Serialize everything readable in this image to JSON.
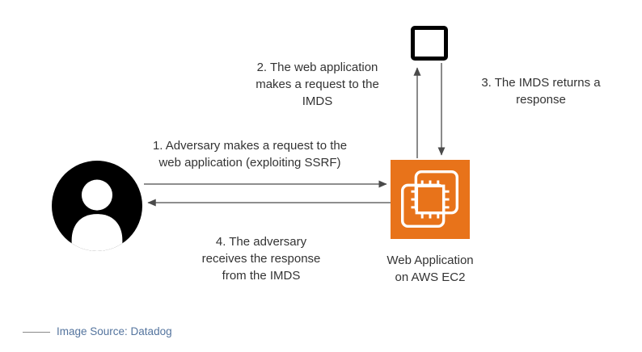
{
  "diagram": {
    "labels": {
      "step1": "1. Adversary makes a request to the\nweb application (exploiting SSRF)",
      "step2": "2. The web application\nmakes a request to the\nIMDS",
      "step3": "3. The IMDS returns a\nresponse",
      "step4": "4. The adversary\nreceives the response\nfrom the IMDS",
      "ec2_label": "Web Application\non AWS EC2"
    },
    "nodes": {
      "adversary_icon": "person-silhouette-icon",
      "web_app_icon": "aws-ec2-chip-icon",
      "imds_icon": "imds-box-icon"
    },
    "colors": {
      "background": "#FFFFFF",
      "text": "#333333",
      "arrow": "#4A4A4A",
      "ec2_orange": "#E8731A",
      "node_black": "#000000",
      "caption_link": "#54749E"
    }
  },
  "footer": {
    "source_caption": "Image Source: Datadog"
  }
}
